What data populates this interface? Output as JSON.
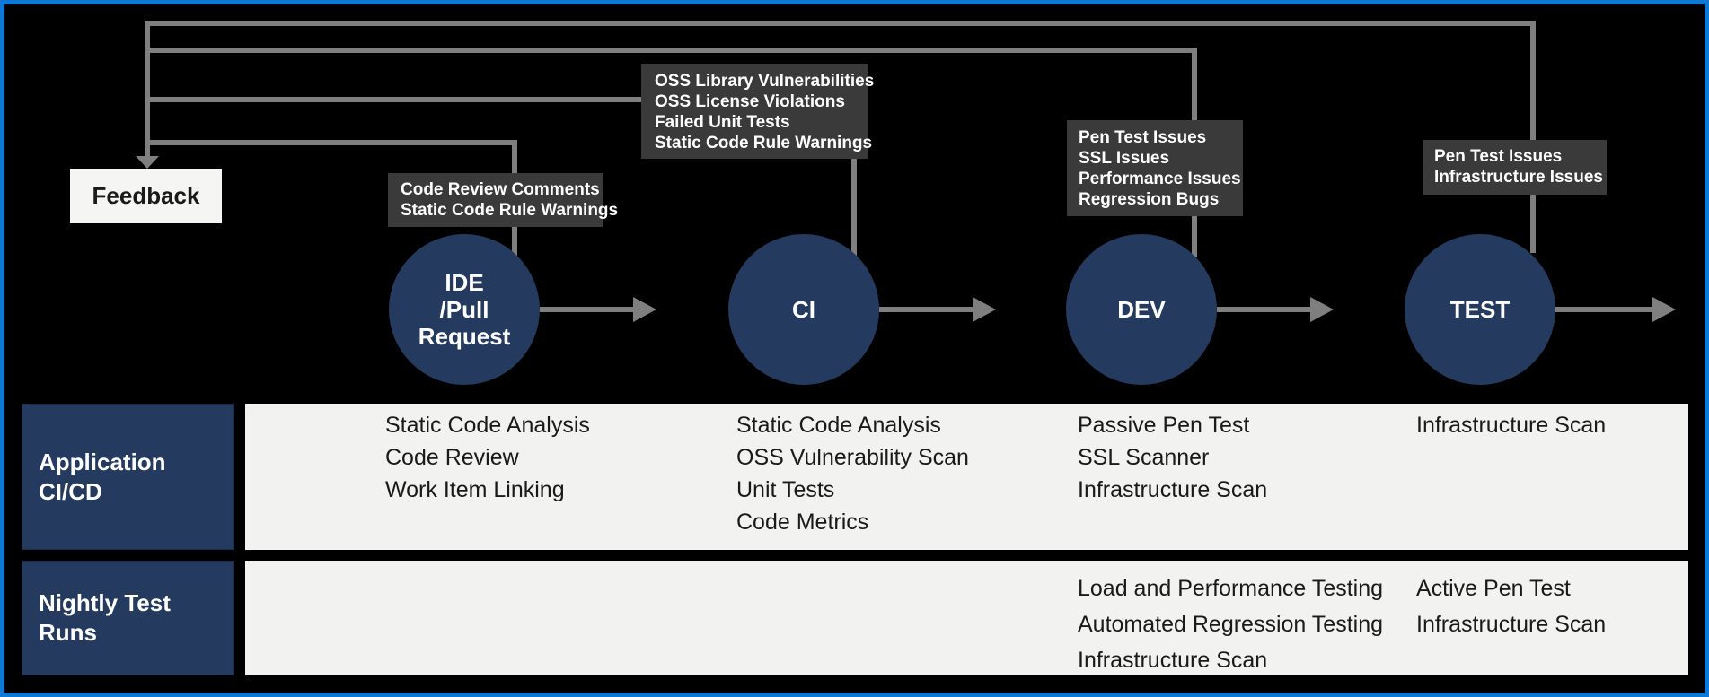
{
  "colors": {
    "background": "#000000",
    "frame_blue": "#0c79d6",
    "stage_navy": "#243a5e",
    "connector_gray": "#7f7f7f",
    "tooltip_dark": "#3a3a3a",
    "panel_light": "#f2f2f1",
    "feedback_light": "#f5f5f3",
    "text_dark": "#1a1a1a",
    "text_light": "#ffffff"
  },
  "feedback": {
    "label": "Feedback"
  },
  "stages": [
    {
      "id": "ide",
      "label": "IDE\n/Pull\nRequest",
      "tooltip": [
        "Code Review Comments",
        "Static Code Rule Warnings"
      ],
      "ci_cd": [
        "Static Code Analysis",
        "Code Review",
        "Work Item Linking"
      ],
      "nightly": []
    },
    {
      "id": "ci",
      "label": "CI",
      "tooltip": [
        "OSS Library Vulnerabilities",
        "OSS License Violations",
        "Failed Unit Tests",
        "Static Code Rule Warnings"
      ],
      "ci_cd": [
        "Static Code Analysis",
        "OSS Vulnerability Scan",
        "Unit Tests",
        "Code Metrics"
      ],
      "nightly": []
    },
    {
      "id": "dev",
      "label": "DEV",
      "tooltip": [
        "Pen Test Issues",
        "SSL Issues",
        "Performance Issues",
        "Regression Bugs"
      ],
      "ci_cd": [
        "Passive Pen Test",
        "SSL Scanner",
        "Infrastructure Scan"
      ],
      "nightly": [
        "Load and Performance Testing",
        "Automated Regression Testing",
        "Infrastructure Scan"
      ]
    },
    {
      "id": "test",
      "label": "TEST",
      "tooltip": [
        "Pen Test Issues",
        "Infrastructure Issues"
      ],
      "ci_cd": [
        "Infrastructure Scan"
      ],
      "nightly": [
        "Active Pen Test",
        "Infrastructure Scan"
      ]
    }
  ],
  "rows": [
    {
      "label": "Application\nCI/CD"
    },
    {
      "label": "Nightly Test\nRuns"
    }
  ]
}
